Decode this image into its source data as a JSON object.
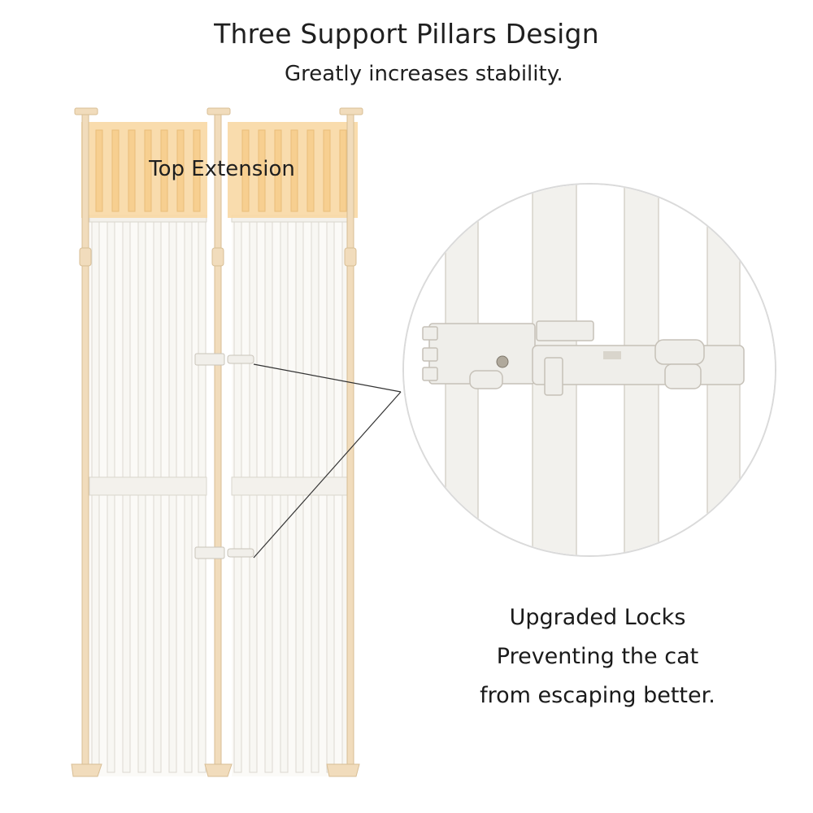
{
  "header": {
    "title": "Three Support Pillars Design",
    "subtitle": "Greatly increases stability."
  },
  "gate": {
    "extension_label": "Top Extension"
  },
  "lock_callout": {
    "lines": [
      "Upgraded Locks",
      "Preventing the cat",
      "from escaping better."
    ]
  },
  "colors": {
    "pillar": "#f1dcbc",
    "extension_panel": "#f8d8a4",
    "bars": "#f7f6f2",
    "lock": "#efeeea",
    "leader_line": "#333333"
  }
}
